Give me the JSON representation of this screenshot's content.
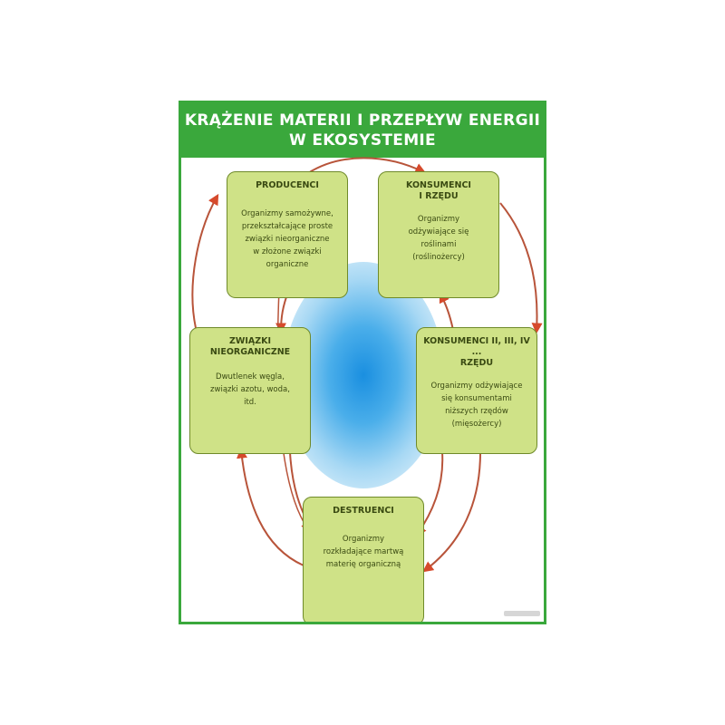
{
  "title": {
    "line1": "KRĄŻENIE MATERII I PRZEPŁYW ENERGII",
    "line2": "W EKOSYSTEMIE"
  },
  "boxes": {
    "producenci": {
      "title": "PRODUCENCI",
      "desc": [
        "Organizmy samożywne,",
        "przekształcające proste",
        "związki nieorganiczne",
        "w złożone związki",
        "organiczne"
      ]
    },
    "konsumenci1": {
      "title": [
        "KONSUMENCI",
        "I RZĘDU"
      ],
      "desc": [
        "Organizmy",
        "odżywiające się",
        "roślinami",
        "(roślinożercy)"
      ]
    },
    "zwiazki": {
      "title": [
        "ZWIĄZKI",
        "NIEORGANICZNE"
      ],
      "desc": [
        "Dwutlenek węgla,",
        "związki azotu, woda,",
        "itd."
      ]
    },
    "konsumenci2": {
      "title": [
        "KONSUMENCI II, III, IV ...",
        "RZĘDU"
      ],
      "desc": [
        "Organizmy odżywiające",
        "się konsumentami",
        "niższych rzędów",
        "(mięsożercy)"
      ]
    },
    "destruenci": {
      "title": "DESTRUENCI",
      "desc": [
        "Organizmy",
        "rozkładające martwą",
        "materię organiczną"
      ]
    }
  },
  "colors": {
    "frame": "#3aa83c",
    "box_fill": "#cfe287",
    "arrow": "#d64a2c",
    "center_glow": "#1a8fe0"
  }
}
